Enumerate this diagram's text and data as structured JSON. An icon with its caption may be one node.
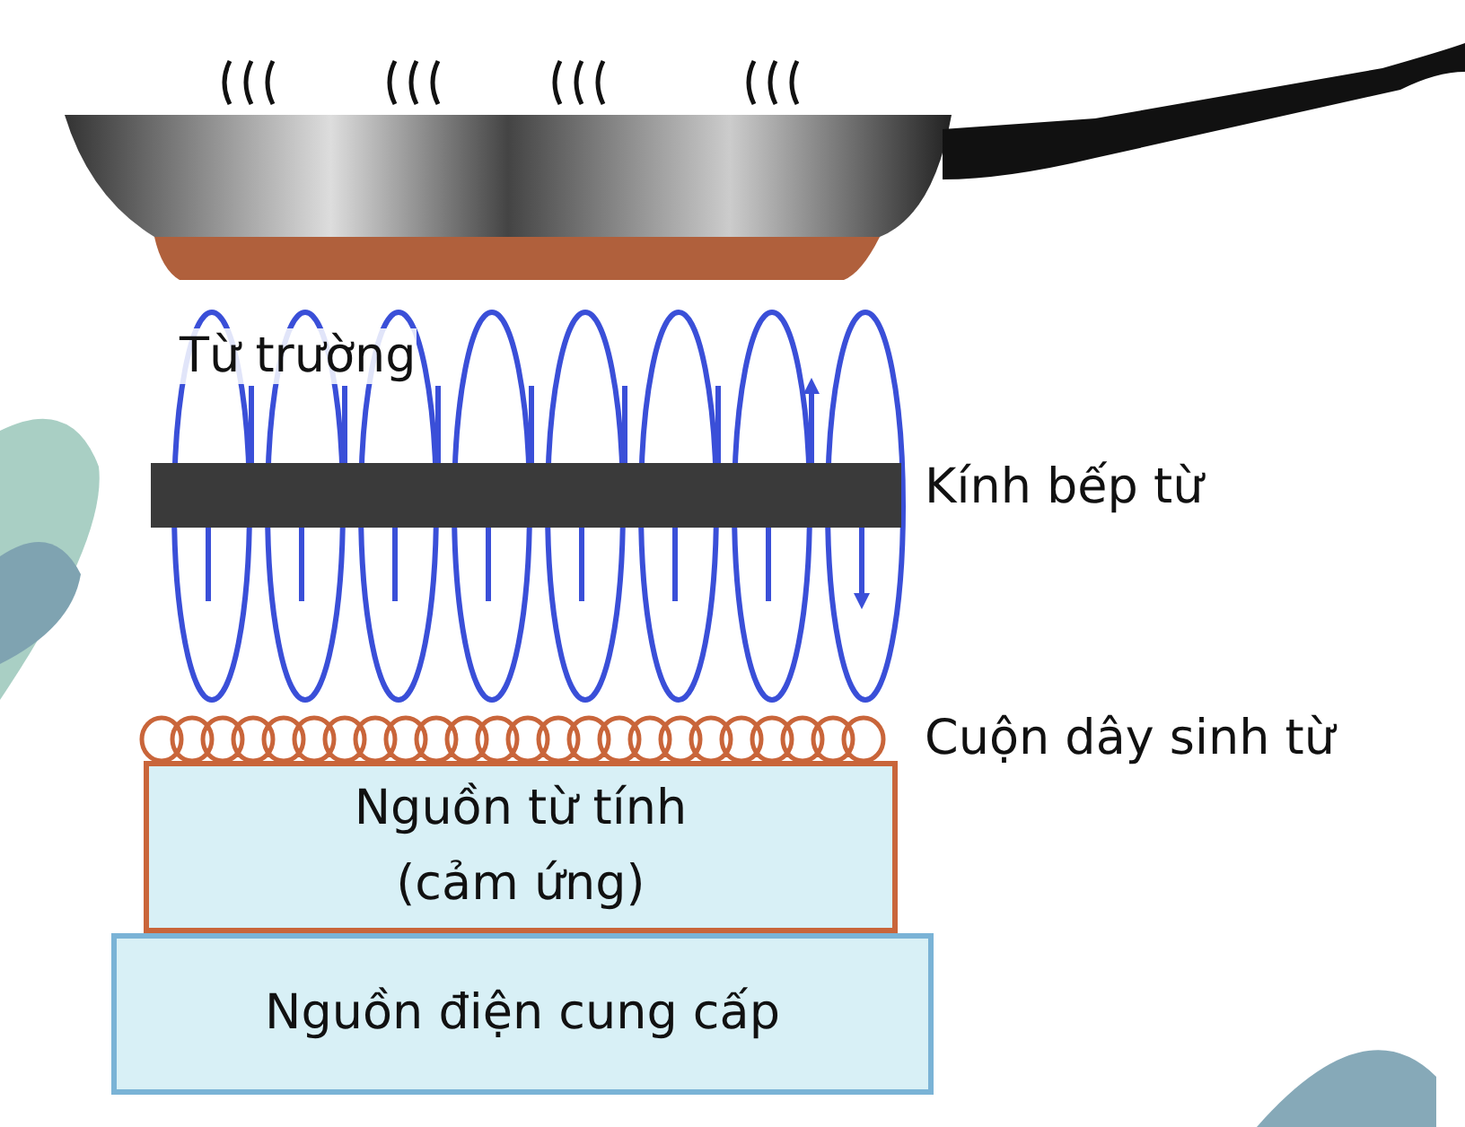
{
  "diagram": {
    "nodes": [
      {
        "text": [
          "Nguồn từ tính (cảm ứng)"
        ]
      },
      {
        "text": [
          "Nguồn điện cung cấp"
        ]
      }
    ],
    "labels": [
      "Từ trường",
      "Kính bếp từ",
      "Cuộn dây sinh từ"
    ]
  }
}
